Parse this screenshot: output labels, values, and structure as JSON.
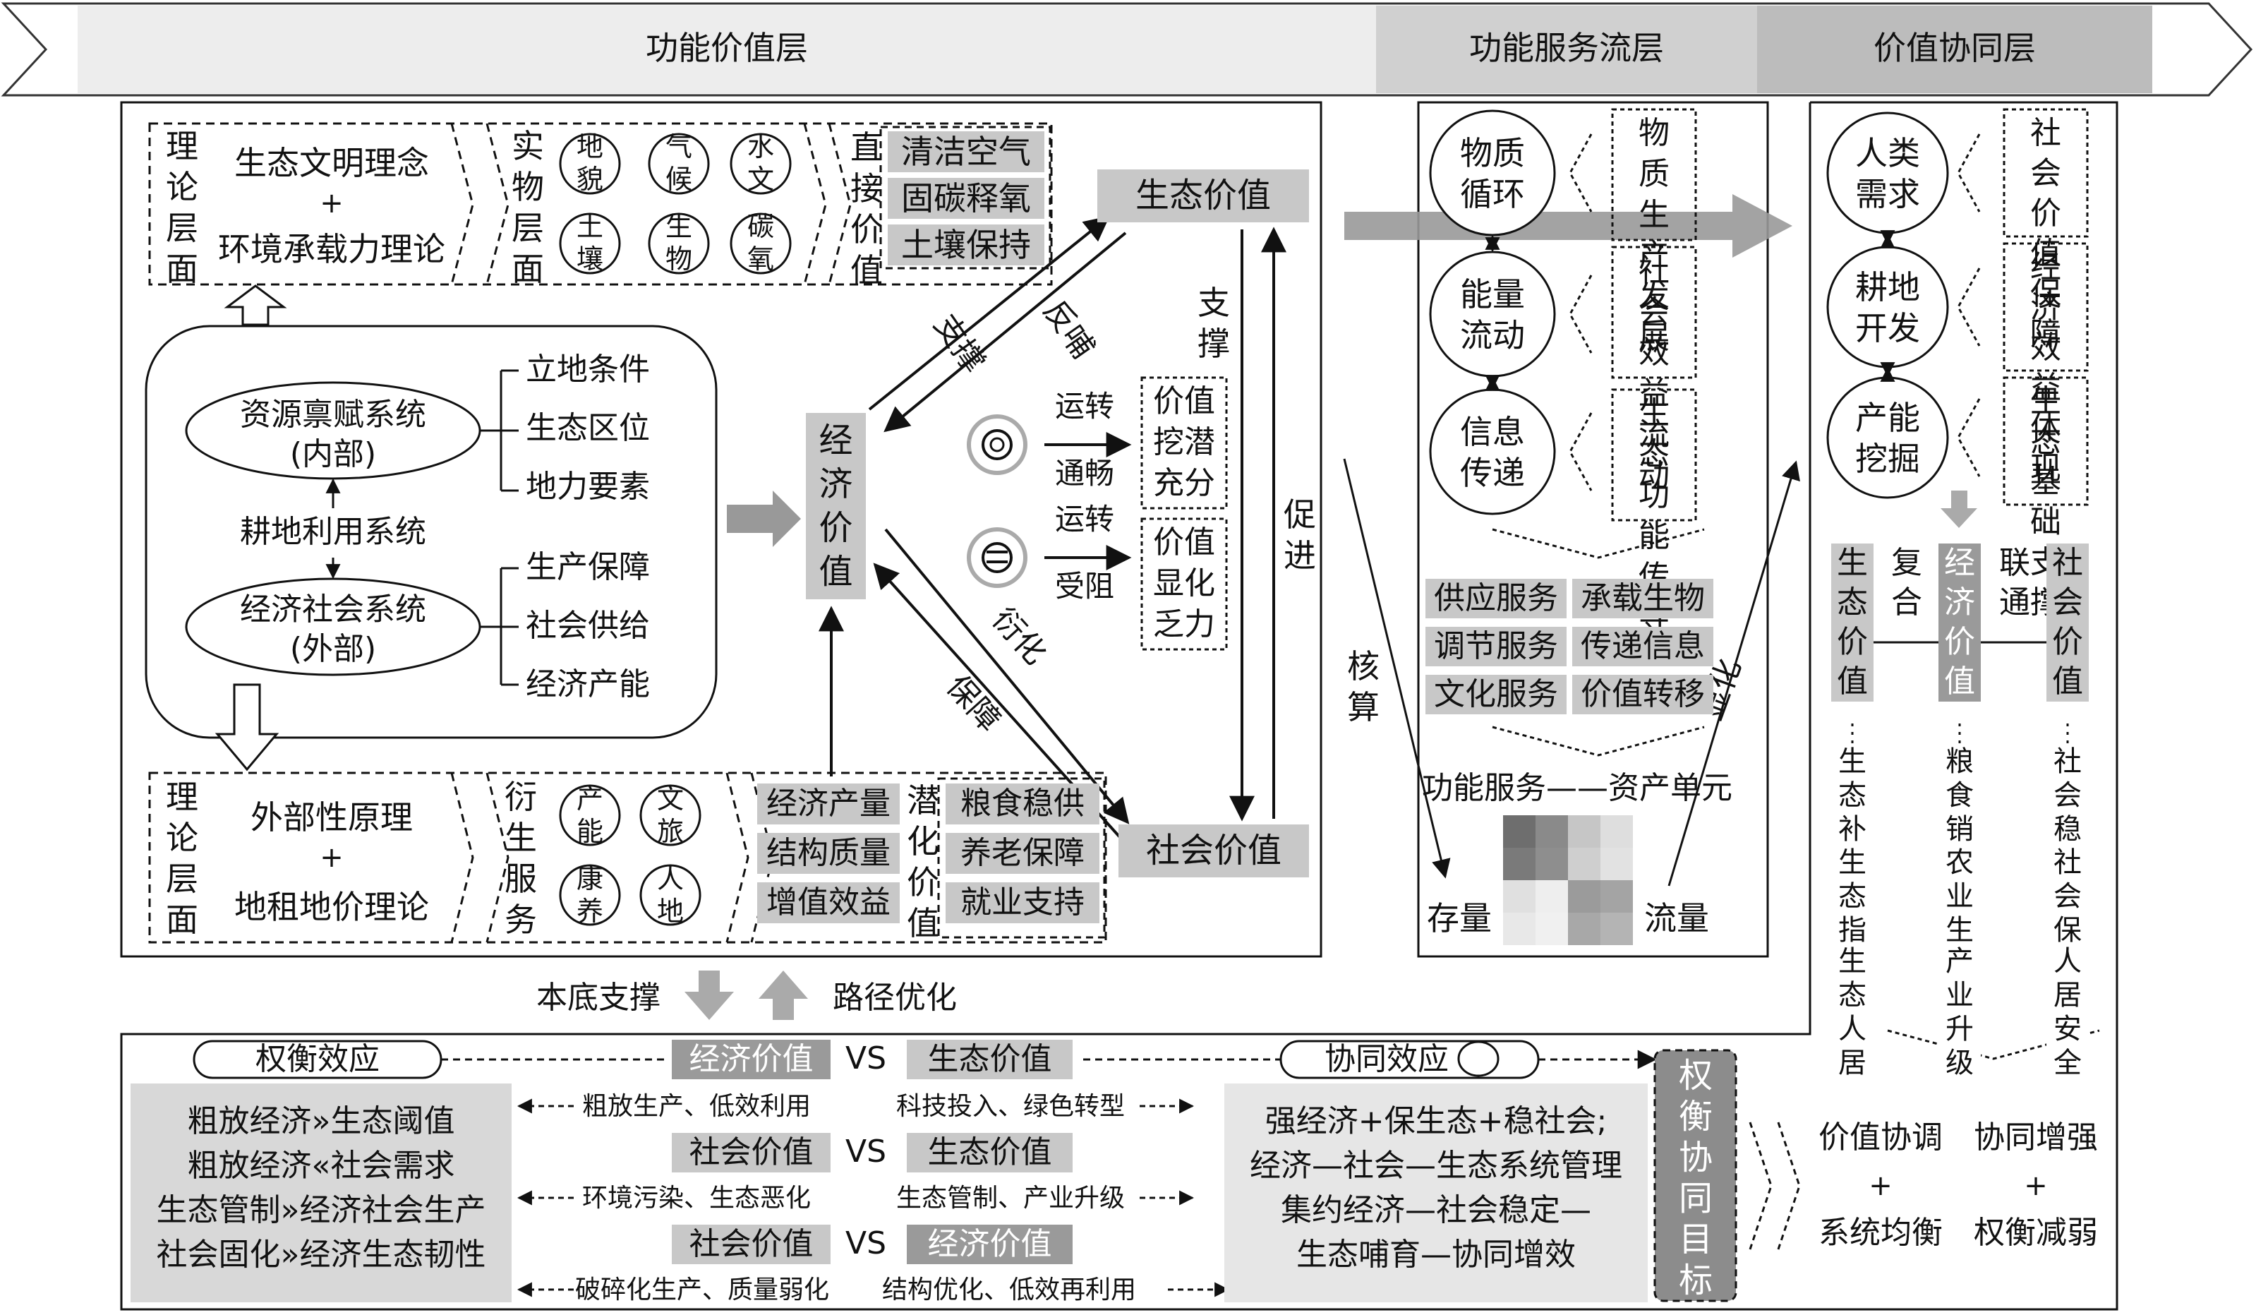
{
  "header": {
    "functional_value_layer": "功能价值层",
    "function_service_flow_layer": "功能服务流层",
    "value_synergy_layer": "价值协同层"
  },
  "top_theory": {
    "label": "理论层面",
    "line1": "生态文明理念",
    "plus": "+",
    "line2": "环境承载力理论"
  },
  "physical_layer": {
    "label": "实物层面",
    "items": [
      "地貌",
      "气候",
      "水文",
      "土壤",
      "生物",
      "碳氧"
    ]
  },
  "direct_value": {
    "label": "直接价值",
    "items": [
      "清洁空气",
      "固碳释氧",
      "土壤保持"
    ]
  },
  "ecological_value": "生态价值",
  "economic_value": "经济价值",
  "social_value": "社会价值",
  "resource_system": {
    "line1": "资源禀赋系统",
    "line2": "(内部)",
    "items": [
      "立地条件",
      "生态区位",
      "地力要素"
    ]
  },
  "farmland_system": "耕地利用系统",
  "economy_society_system": {
    "line1": "经济社会系统",
    "line2": "(外部)",
    "items": [
      "生产保障",
      "社会供给",
      "经济产能"
    ]
  },
  "arrow_labels": {
    "support1": "支撑",
    "feedback": "反哺",
    "support2": "支撑",
    "promote": "促进",
    "derive": "衍化",
    "guarantee": "保障",
    "account": "核算",
    "manifest": "显化"
  },
  "operation": {
    "smooth_a": "运转",
    "smooth_b": "通畅",
    "smooth_result": "价值挖潜充分",
    "blocked_a": "运转",
    "blocked_b": "受阻",
    "blocked_result": "价值显化乏力"
  },
  "bottom_theory": {
    "label": "理论层面",
    "line1": "外部性原理",
    "plus": "+",
    "line2": "地租地价理论"
  },
  "derived_services": {
    "label": "衍生服务",
    "items": [
      "产能",
      "文旅",
      "康养",
      "人地"
    ]
  },
  "economic_items": [
    "经济产量",
    "结构质量",
    "增值效益"
  ],
  "latent_value": {
    "label": "潜化价值",
    "items": [
      "粮食稳供",
      "养老保障",
      "就业支持"
    ]
  },
  "service_flow": {
    "nodes": [
      "物质循环",
      "能量流动",
      "信息传递"
    ],
    "results": [
      "物质生产发展",
      "社会效益流动",
      "生态功能传导"
    ],
    "services": [
      "供应服务",
      "承载生物",
      "调节服务",
      "传递信息",
      "文化服务",
      "价值转移"
    ],
    "asset_title": "功能服务——资产单元",
    "stock": "存量",
    "flow": "流量"
  },
  "synergy": {
    "nodes": [
      "人类需求",
      "耕地开发",
      "产能挖掘"
    ],
    "results": [
      "社会价值保障",
      "经济效益体现",
      "生态基础支撑"
    ],
    "compound": "复合",
    "connect": "联通",
    "cols": [
      {
        "title": "生态价值",
        "items": [
          "生态补偿",
          "生态指标",
          "生态人居"
        ]
      },
      {
        "title": "经济价值",
        "items": [
          "粮食销售",
          "农业生产",
          "产业升级"
        ]
      },
      {
        "title": "社会价值",
        "items": [
          "社会稳定",
          "社会保障",
          "人居安全"
        ]
      }
    ]
  },
  "middle": {
    "base_support": "本底支撑",
    "path_optimize": "路径优化"
  },
  "bottom": {
    "tradeoff": "权衡效应",
    "synergy": "协同效应",
    "vs": "VS",
    "pairs": [
      [
        "经济价值",
        "生态价值"
      ],
      [
        "社会价值",
        "生态价值"
      ],
      [
        "社会价值",
        "经济价值"
      ]
    ],
    "left_notes": [
      "粗放生产、低效利用",
      "环境污染、生态恶化",
      "破碎化生产、质量弱化"
    ],
    "right_notes": [
      "科技投入、绿色转型",
      "生态管制、产业升级",
      "结构优化、低效再利用"
    ],
    "left_box": [
      "粗放经济»生态阈值",
      "粗放经济«社会需求",
      "生态管制»经济社会生产",
      "社会固化»经济生态韧性"
    ],
    "right_box": [
      "强经济+保生态+稳社会;",
      "经济—社会—生态系统管理",
      "集约经济—社会稳定—",
      "生态哺育—协同增效"
    ],
    "target": "权衡协同目标",
    "outcome1": [
      "价值协调",
      "+",
      "系统均衡"
    ],
    "outcome2": [
      "协同增强",
      "+",
      "权衡减弱"
    ]
  }
}
